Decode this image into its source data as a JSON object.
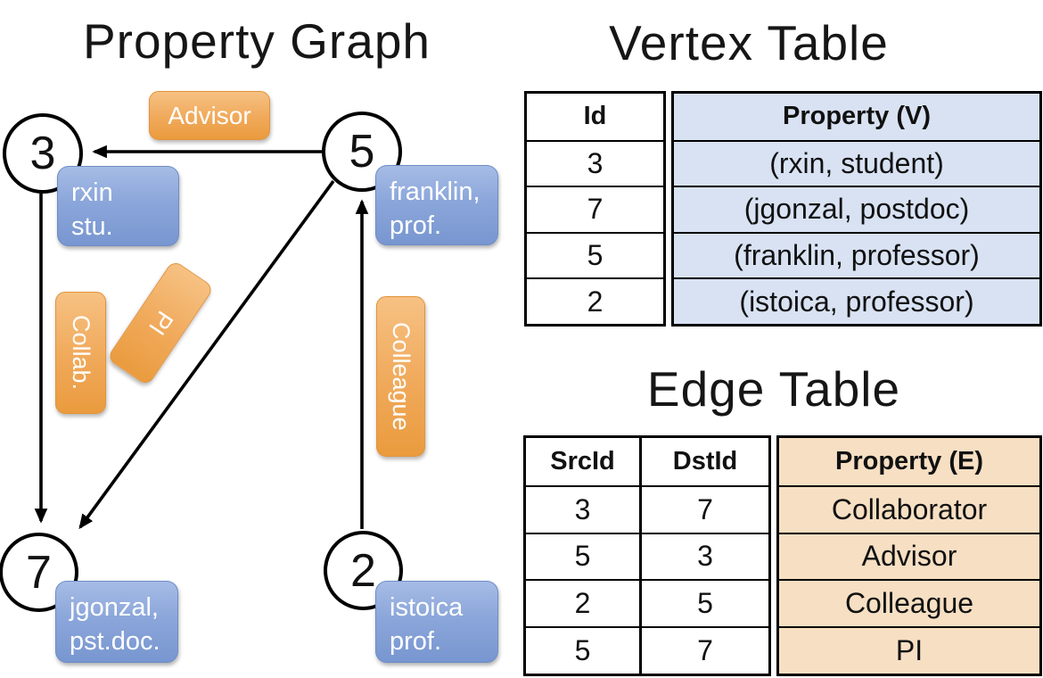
{
  "titles": {
    "graph": "Property Graph",
    "vertex_table": "Vertex Table",
    "edge_table": "Edge Table"
  },
  "graph": {
    "node3": {
      "id": "3",
      "label_line1": "rxin",
      "label_line2": "stu."
    },
    "node5": {
      "id": "5",
      "label_line1": "franklin,",
      "label_line2": "prof."
    },
    "node7": {
      "id": "7",
      "label_line1": "jgonzal,",
      "label_line2": "pst.doc."
    },
    "node2": {
      "id": "2",
      "label_line1": "istoica",
      "label_line2": "prof."
    },
    "edge_labels": {
      "advisor": "Advisor",
      "collab": "Collab.",
      "pi": "PI",
      "colleague": "Colleague"
    }
  },
  "vertex_table": {
    "headers": {
      "id": "Id",
      "property": "Property (V)"
    },
    "rows": [
      {
        "id": "3",
        "property": "(rxin, student)"
      },
      {
        "id": "7",
        "property": "(jgonzal, postdoc)"
      },
      {
        "id": "5",
        "property": "(franklin, professor)"
      },
      {
        "id": "2",
        "property": "(istoica, professor)"
      }
    ]
  },
  "edge_table": {
    "headers": {
      "src": "SrcId",
      "dst": "DstId",
      "property": "Property (E)"
    },
    "rows": [
      {
        "src": "3",
        "dst": "7",
        "property": "Collaborator"
      },
      {
        "src": "5",
        "dst": "3",
        "property": "Advisor"
      },
      {
        "src": "2",
        "dst": "5",
        "property": "Colleague"
      },
      {
        "src": "5",
        "dst": "7",
        "property": "PI"
      }
    ]
  },
  "colors": {
    "edge_label_orange": "#EA9B3E",
    "vertex_box_blue": "#7896D0",
    "vertex_table_fill": "#D8E2F3",
    "edge_table_fill": "#F7DFC3",
    "line_black": "#000000"
  }
}
